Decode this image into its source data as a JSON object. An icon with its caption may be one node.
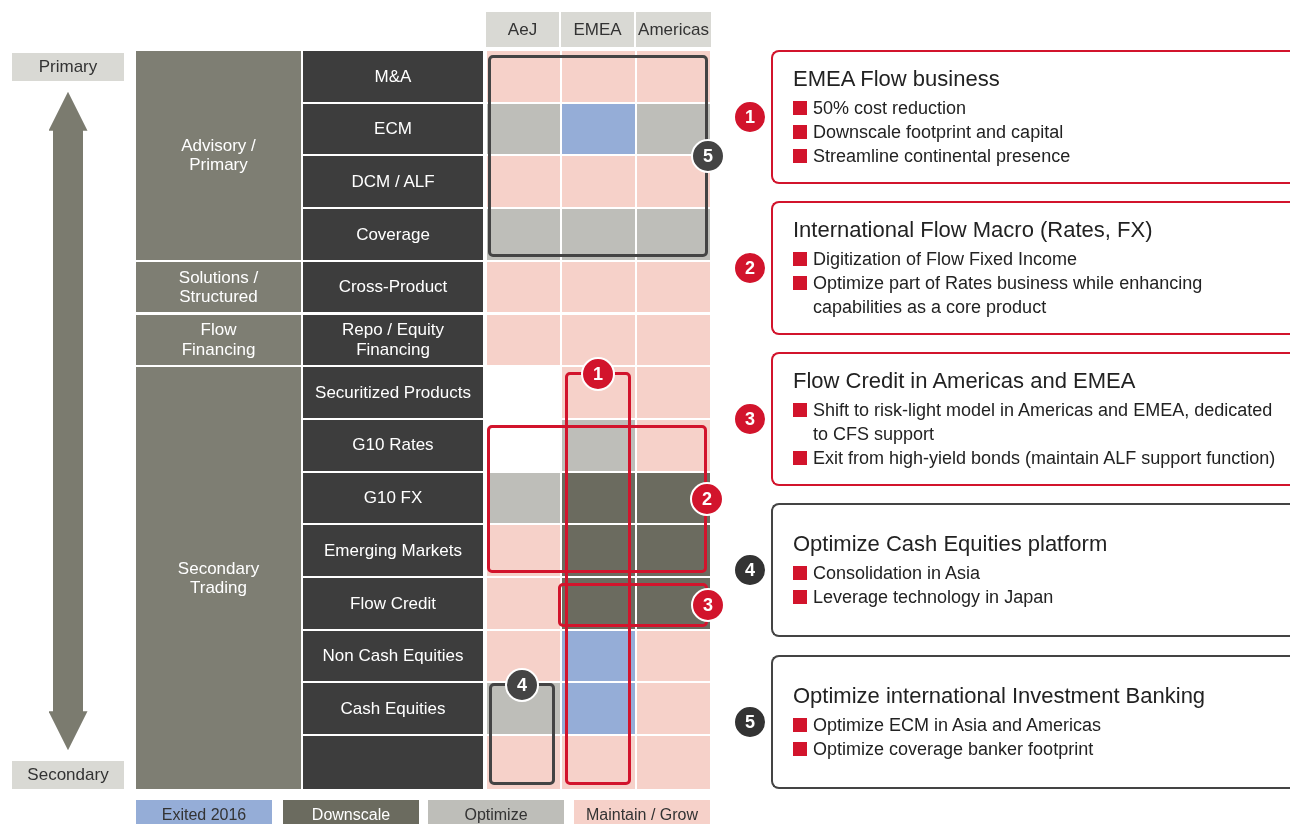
{
  "diagram": {
    "nodes": [
      {
        "text": [
          "Primary"
        ]
      },
      {
        "text": [
          "Secondary"
        ]
      },
      {
        "text": [
          "AeJ"
        ]
      },
      {
        "text": [
          "EMEA"
        ]
      },
      {
        "text": [
          "Americas"
        ]
      },
      {
        "text": [
          "Advisory / Primary"
        ]
      },
      {
        "text": [
          "Solutions / Structured"
        ]
      },
      {
        "text": [
          "Flow Financing"
        ]
      },
      {
        "text": [
          "Secondary Trading"
        ]
      },
      {
        "text": [
          "M&A"
        ]
      },
      {
        "text": [
          "ECM"
        ]
      },
      {
        "text": [
          "DCM / ALF"
        ]
      },
      {
        "text": [
          "Coverage"
        ]
      },
      {
        "text": [
          "Cross-Product"
        ]
      },
      {
        "text": [
          "Repo / Equity Financing"
        ]
      },
      {
        "text": [
          "Securitized Products"
        ]
      },
      {
        "text": [
          "G10 Rates"
        ]
      },
      {
        "text": [
          "G10 FX"
        ]
      },
      {
        "text": [
          "Emerging Markets"
        ]
      },
      {
        "text": [
          "Flow Credit"
        ]
      },
      {
        "text": [
          "Non Cash Equities"
        ]
      },
      {
        "text": [
          "Cash Equities"
        ]
      },
      {
        "text": [],
        "shape": "box"
      },
      {
        "text": [
          "EMEA Flow business",
          "50% cost reduction",
          "Downscale footprint and capital",
          "Streamline continental presence"
        ],
        "beside": [
          "1"
        ]
      },
      {
        "text": [
          "International Flow Macro (Rates, FX)",
          "Digitization of Flow Fixed Income",
          "Optimize part of Rates business while enhancing capabilities as a core product"
        ],
        "beside": [
          "2"
        ]
      },
      {
        "text": [
          "Flow Credit in Americas and EMEA",
          "Shift to risk-light model in Americas and EMEA, dedicated to CFS support",
          "Exit from high-yield bonds (maintain ALF support function)"
        ],
        "beside": [
          "3"
        ]
      },
      {
        "text": [
          "Optimize Cash Equities platform",
          "Consolidation in Asia",
          "Leverage technology in Japan"
        ],
        "beside": [
          "4"
        ]
      },
      {
        "text": [
          "Optimize international Investment Banking",
          "Optimize ECM in Asia and Americas",
          "Optimize coverage banker footprint"
        ],
        "beside": [
          "5"
        ]
      },
      {
        "text": [
          "5"
        ]
      },
      {
        "text": [
          "1"
        ]
      },
      {
        "text": [
          "2"
        ]
      },
      {
        "text": [
          "3"
        ]
      },
      {
        "text": [
          "4"
        ]
      }
    ],
    "edges": [
      {
        "from": 0,
        "to": 1,
        "arrow": "both"
      }
    ],
    "legend": [
      {
        "text": "Exited 2016",
        "color": "#95add7"
      },
      {
        "text": "Downscale",
        "color": "#6b6b5f"
      },
      {
        "text": "Optimize",
        "color": "#bebeb9"
      },
      {
        "text": "Maintain / Grow",
        "color": "#f6d1c9"
      }
    ]
  }
}
